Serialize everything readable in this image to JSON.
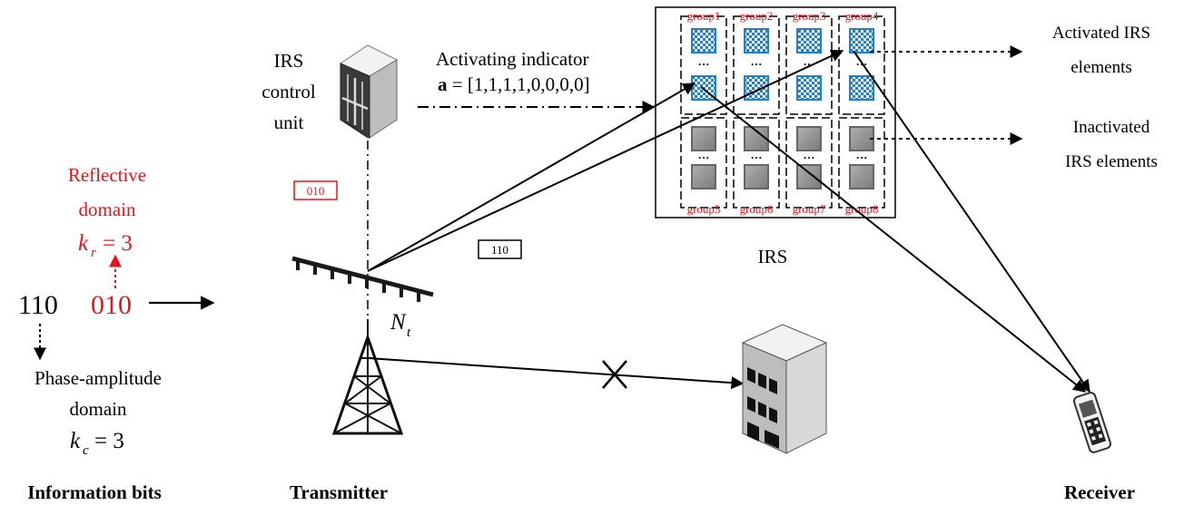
{
  "colors": {
    "red": "#e8141b",
    "blue": "#1f7fd0",
    "gray": "#8c8c8c"
  },
  "bits": {
    "prefix": "110",
    "suffix": "010"
  },
  "reflective": {
    "line1": "Reflective",
    "line2": "domain",
    "k_sym": "k",
    "k_sub": "r",
    "k_eq": "= 3"
  },
  "phase": {
    "line1": "Phase-amplitude",
    "line2": "domain",
    "k_sym": "k",
    "k_sub": "c",
    "k_eq": "= 3"
  },
  "labels": {
    "info_bits": "Information bits",
    "transmitter": "Transmitter",
    "receiver": "Receiver",
    "irs": "IRS",
    "ctrl1": "IRS",
    "ctrl2": "control",
    "ctrl3": "unit",
    "indicator_title": "Activating indicator",
    "indicator_bold": "a",
    "indicator_value": " = [1,1,1,1,0,0,0,0]",
    "box_red": "010",
    "box_black": "110",
    "nt_sym": "N",
    "nt_sub": "t",
    "activated1": "Activated IRS",
    "activated2": "elements",
    "inactivated1": "Inactivated",
    "inactivated2": "IRS elements",
    "ellipsis": "···"
  },
  "groups": [
    "group1",
    "group2",
    "group3",
    "group4",
    "group5",
    "group6",
    "group7",
    "group8"
  ],
  "icons": [
    "control-unit-icon",
    "antenna-array-icon",
    "tower-icon",
    "building-icon",
    "phone-icon",
    "blocked-cross-icon"
  ]
}
